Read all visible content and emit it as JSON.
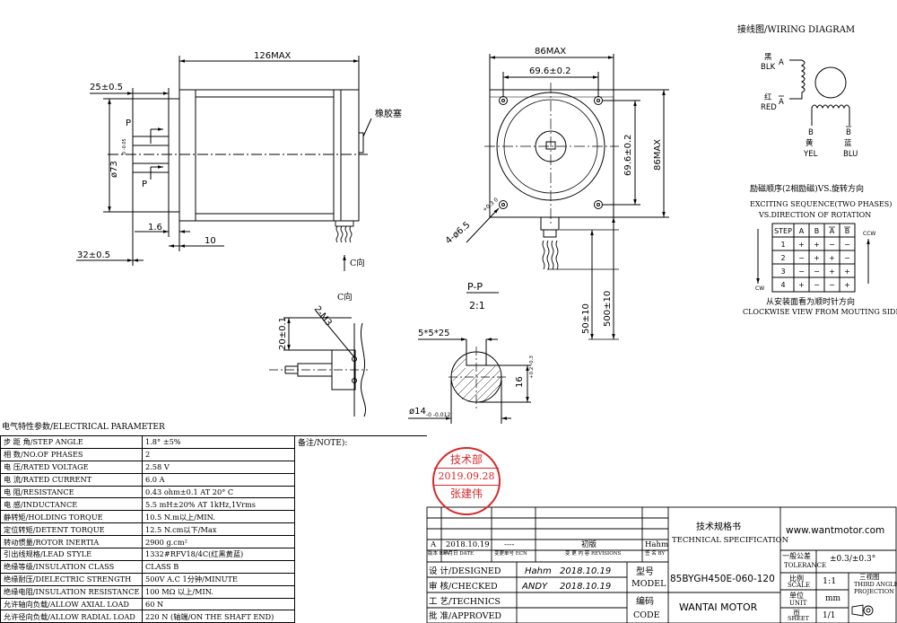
{
  "dims": {
    "len_126max": "126MAX",
    "d25": "25±0.5",
    "d73": "ø73",
    "d73_tol": "0 -0.05",
    "d1_6": "1.6",
    "d10": "10",
    "d32": "32±0.5",
    "p_label": "P",
    "rubber_plug": "橡胶塞",
    "c_dir": "C向",
    "w86max": "86MAX",
    "d69_6_top": "69.6±0.2",
    "d69_6_side": "69.6±0.2",
    "h86max": "86MAX",
    "hole": "4-ø6.5",
    "hole_tol": "+0.3 0",
    "lead50": "50±10",
    "lead500": "500±10",
    "c_view": "C向",
    "m3": "2-M3",
    "d20": "20±0.1",
    "pp_title": "P-P",
    "pp_scale": "2:1",
    "key": "5*5*25",
    "d16": "16",
    "d16_tol": "+0.2 -0.3",
    "d14": "ø14",
    "d14_tol": "-0 -0.012"
  },
  "wiring": {
    "title": "接线图/WIRING  DIAGRAM",
    "blk_cn": "黑",
    "blk": "BLK",
    "a": "A",
    "red_cn": "红",
    "red": "RED",
    "a_bar": "A",
    "b": "B",
    "b_bar": "B",
    "yel_cn": "黄",
    "yel": "YEL",
    "blu_cn": "蓝",
    "blu": "BLU"
  },
  "sequence": {
    "title_cn": "励磁顺序(2相励磁)VS.旋转方向",
    "title_en1": "EXCITING SEQUENCE(TWO PHASES)",
    "title_en2": "VS.DIRECTION OF ROTATION",
    "ccw": "CCW",
    "cw": "CW",
    "headers": [
      "STEP",
      "A",
      "B",
      "A",
      "B"
    ],
    "rows": [
      [
        "1",
        "+",
        "+",
        "−",
        "−"
      ],
      [
        "2",
        "−",
        "+",
        "+",
        "−"
      ],
      [
        "3",
        "−",
        "−",
        "+",
        "+"
      ],
      [
        "4",
        "+",
        "−",
        "−",
        "+"
      ]
    ],
    "note_cn": "从安装面看为顺时针方向",
    "note_en": "CLOCKWISE VIEW FROM MOUTING SIDE"
  },
  "electrical": {
    "title": "电气特性参数/ELECTRICAL PARAMETER",
    "rows": [
      [
        "步  距  角/STEP ANGLE",
        "1.8° ±5%"
      ],
      [
        "相    数/NO.OF PHASES",
        "2"
      ],
      [
        "电    压/RATED VOLTAGE",
        "2.58 V"
      ],
      [
        "电    流/RATED CURRENT",
        "6.0 A"
      ],
      [
        "电    阻/RESISTANCE",
        "0.43 ohm±0.1    AT 20° C"
      ],
      [
        "电    感/INDUCTANCE",
        "5.5 mH±20%     AT 1kHz,1Vrms"
      ],
      [
        "静转矩/HOLDING TORQUE",
        "10.5 N.m以上/MIN."
      ],
      [
        "定位转矩/DETENT TORQUE",
        "12.5 N.cm以下/Max"
      ],
      [
        "转动惯量/ROTOR INERTIA",
        "2900 g.cm²"
      ],
      [
        "引出线规格/LEAD STYLE",
        "1332#RFV18/4C(红黑黄蓝)"
      ],
      [
        "绝缘等级/INSULATION CLASS",
        "CLASS B"
      ],
      [
        "绝缘耐压/DIELECTRIC STRENGTH",
        "500V A.C 1分钟/MINUTE"
      ],
      [
        "绝缘电阻/INSULATION RESISTANCE",
        "100 MΩ 以上/MIN."
      ],
      [
        "允许轴向负载/ALLOW AXIAL LOAD",
        "60 N"
      ],
      [
        "允许径向负载/ALLOW RADIAL LOAD",
        "220 N (轴端/ON THE SHAFT END)"
      ]
    ]
  },
  "note_label": "备注/NOTE):",
  "stamp": {
    "dept": "技术部",
    "date": "2019.09.28",
    "name": "张建伟"
  },
  "title_block": {
    "rev_letter": "A",
    "rev_date": "2018.10.19",
    "rev_dash": "----",
    "rev_content": "初版",
    "rev_by": "Hahm",
    "rev_headers": [
      "版本 REV",
      "年月日 DATE",
      "变更单号 ECN",
      "变 更 内 容 REVISIONS",
      "签 名 BY"
    ],
    "designed_label": "设 计/DESIGNED",
    "designed_by": "Hahm",
    "designed_date": "2018.10.19",
    "checked_label": "审 核/CHECKED",
    "checked_by": "ANDY",
    "checked_date": "2018.10.19",
    "technics_label": "工 艺/TECHNICS",
    "approved_label": "批 准/APPROVED",
    "model_cn": "型号",
    "model_en": "MODEL",
    "model_value": "85BYGH450E-060-120",
    "code_cn": "编码",
    "code_en": "CODE",
    "company": "WANTAI MOTOR",
    "spec_cn": "技术规格书",
    "spec_en": "TECHNICAL SPECIFICATION",
    "website": "www.wantmotor.com",
    "tol_cn": "一般公差",
    "tol_en": "TOLERANCE",
    "tol_value": "±0.3/±0.3°",
    "scale_cn": "比例",
    "scale_en": "SCALE",
    "scale_value": "1:1",
    "unit_cn": "单位",
    "unit_en": "UNIT",
    "unit_value": "mm",
    "sheet_cn": "页",
    "sheet_en": "SHEET",
    "sheet_value": "1/1",
    "proj_cn": "三视图",
    "proj_en1": "THIRD ANGLE",
    "proj_en2": "PROJECTION"
  }
}
